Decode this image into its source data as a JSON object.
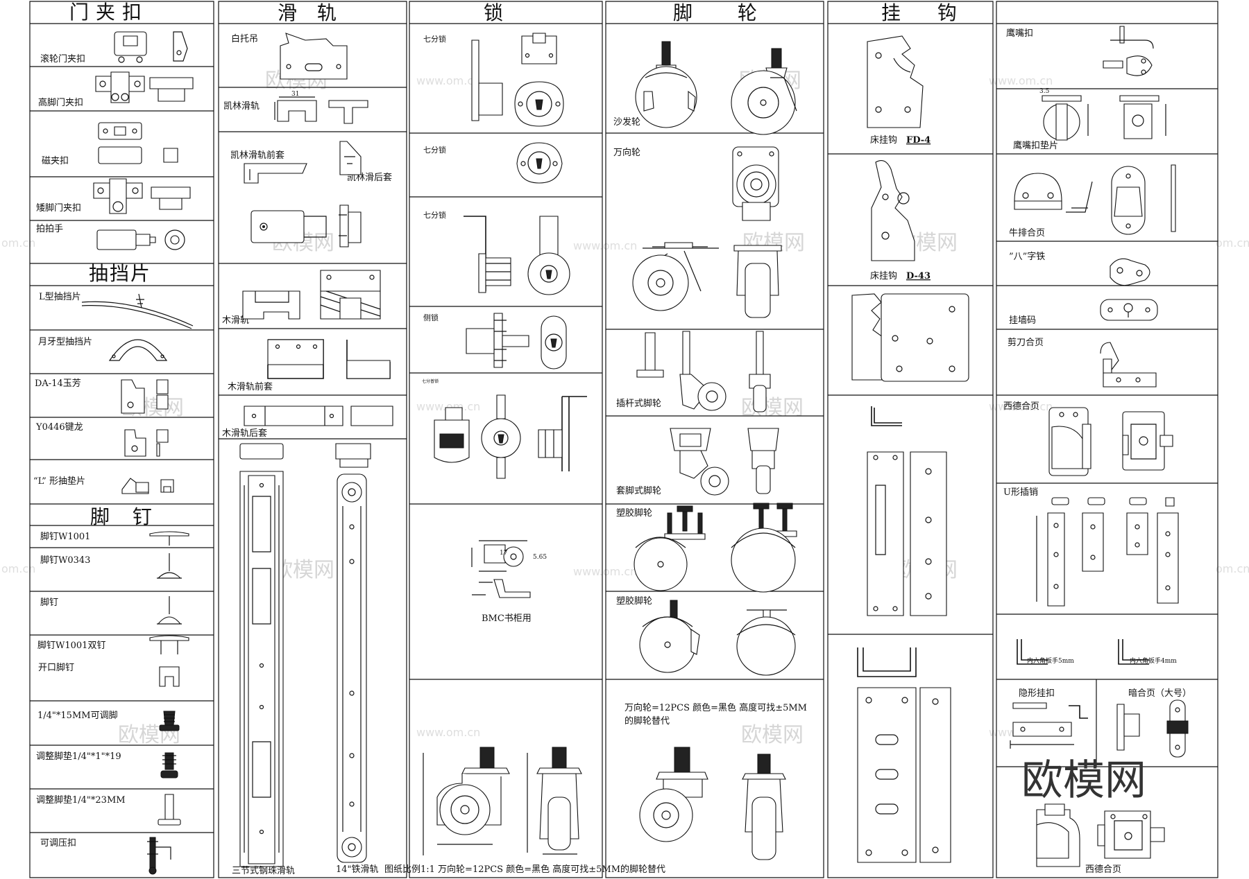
{
  "headers": {
    "door_clip": "门夹扣",
    "slide_rail": "滑 轨",
    "lock": "锁",
    "caster": "脚 轮",
    "hook": "挂 钩",
    "drawer_stop": "抽挡片",
    "foot_nail": "脚 钉"
  },
  "col1": {
    "roller_clip": "滚轮门夹扣",
    "high_foot_clip": "高脚门夹扣",
    "magnetic_clip": "磁夹扣",
    "low_foot_clip": "矮脚门夹扣",
    "push_latch": "拍拍手",
    "l_stop": "L型抽挡片",
    "crescent_stop": "月牙型抽挡片",
    "da14": "DA-14玉芳",
    "y0446": "Y0446键龙",
    "l_pad": "“L” 形抽垫片",
    "nail_w1001": "脚钉W1001",
    "nail_w0343": "脚钉W0343",
    "nail": "脚钉",
    "nail_w1001_double": "脚钉W1001双钉",
    "open_nail": "开口脚钉",
    "adjustable_quarter": "1/4\"*15MM可调脚",
    "adjust_pad_1": "调整脚垫1/4\"*1\"*19",
    "adjust_pad_2": "调整脚垫1/4\"*23MM",
    "adjustable_press": "可调压扣"
  },
  "col2": {
    "white_bracket": "白托吊",
    "kailin_rail": "凯林滑轨",
    "kailin_front": "凯林滑轨前套",
    "kailin_back": "凯林滑后套",
    "wood_rail": "木滑轨",
    "wood_front": "木滑轨前套",
    "wood_back": "木滑轨后套",
    "ball_rail": "三节式钢珠滑轨",
    "iron_rail": "14\"铁滑轨"
  },
  "col3": {
    "lock1": "七分锁",
    "lock2": "七分锁",
    "lock3": "七分锁",
    "side_lock": "侧锁",
    "small_label": "七分普锁",
    "bmc": "BMC书柜用"
  },
  "col4": {
    "sofa_wheel": "沙发轮",
    "universal_wheel": "万向轮",
    "stem_caster": "插杆式脚轮",
    "socket_caster": "套脚式脚轮",
    "plastic_caster_1": "塑胶脚轮",
    "plastic_caster_2": "塑胶脚轮",
    "note_line1": "万向轮=12PCS  颜色=黑色  高度可找±5MM",
    "note_line2": "的脚轮替代"
  },
  "col5": {
    "bed_hook_fd4_label": "床挂钩",
    "bed_hook_fd4_code": "FD-4",
    "bed_hook_d43_label": "床挂钩",
    "bed_hook_d43_code": "D-43"
  },
  "col6": {
    "eagle_clasp": "鹰嘴扣",
    "eagle_pad": "鹰嘴扣垫片",
    "ox_hinge": "牛排合页",
    "eight_iron": "”八”字铁",
    "wall_hanger": "挂墙码",
    "scissor_hinge": "剪刀合页",
    "hettich_hinge": "西德合页",
    "u_pin": "U形插销",
    "hex_wrench_5": "内六角扳手5mm",
    "hex_wrench_4": "内六角扳手4mm",
    "hidden_clasp": "隐形挂扣",
    "concealed_hinge": "暗合页（大号）",
    "hettich_hinge_2": "西德合页"
  },
  "footer": "图纸比例1:1    万向轮=12PCS    颜色=黑色  高度可找±5MM的脚轮替代",
  "watermark": {
    "logo": "欧模网",
    "site": "www.om.cn",
    "site_edge": "om.cn"
  }
}
